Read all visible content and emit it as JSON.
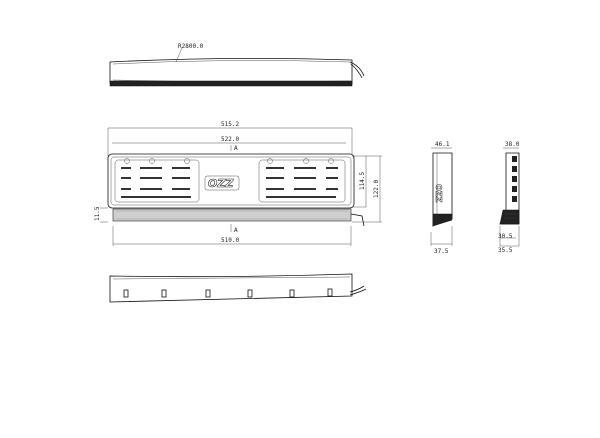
{
  "dimensions": {
    "top_radius": "R2800.0",
    "overall_width": "515.2",
    "plate_width": "522.0",
    "inner_height": "114.5",
    "overall_height": "122.0",
    "light_bar_height": "11.5",
    "bottom_width": "510.0",
    "side_depth_top": "46.1",
    "side_depth_bottom": "37.5",
    "section_width_top": "38.0",
    "section_depth_a": "30.5",
    "section_depth_b": "35.5"
  },
  "section_marks": {
    "top": "A",
    "bottom": "A"
  },
  "logo_text": "OZZ"
}
